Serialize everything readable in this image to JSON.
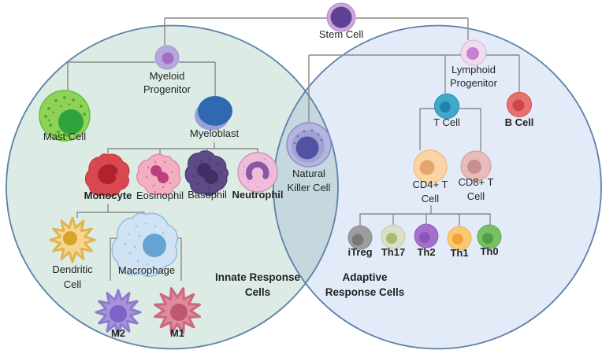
{
  "regions": {
    "innate": {
      "label_lines": [
        "Innate Response",
        "Cells"
      ],
      "fill": "#dcebe4",
      "outline": "#5d81a8"
    },
    "adaptive": {
      "label_lines": [
        "Adaptive",
        "Response Cells"
      ],
      "fill": "#e4ebf8",
      "outline": "#5d81a8"
    }
  },
  "connector_color": "#8a8a8a",
  "text_color": "#242424",
  "cells": {
    "stem": {
      "label": "Stem Cell",
      "ring": "#cfa6dc",
      "body": "#5e4195"
    },
    "myeloid_progenitor": {
      "label_lines": [
        "Myeloid",
        "Progenitor"
      ],
      "body": "#b6a7df",
      "nucleus": "#a16fc0"
    },
    "mast": {
      "label": "Mast Cell",
      "body": "#90d257",
      "nucleus": "#2da23d",
      "speckle": "#46b32a"
    },
    "myeloblast": {
      "label": "Myeloblast",
      "body": "#2e69b2",
      "shadow": "#9aa0d8"
    },
    "monocyte": {
      "label": "Monocyte",
      "body": "#d9484f",
      "nucleus": "#b0222e"
    },
    "eosinophil": {
      "label": "Eosinophil",
      "body": "#f3aec2",
      "nucleus": "#bb3f78",
      "speckle": "#d06e92"
    },
    "basophil": {
      "label": "Basophil",
      "body": "#5d4b87",
      "nucleus": "#432f66",
      "speckle": "#4b3a73"
    },
    "neutrophil": {
      "label": "Neutrophil",
      "body": "#efbcd9",
      "nucleus": "#8a56a8",
      "speckle": "#d992bb"
    },
    "natural_killer": {
      "label_lines": [
        "Natural",
        "Killer Cell"
      ],
      "body": "#b5b5de",
      "inner": "#a2a2d2",
      "nucleus": "#5252a5",
      "speckle": "#7373c2"
    },
    "dendritic": {
      "label_lines": [
        "Dendritic",
        "Cell"
      ],
      "body": "#f6d78d",
      "nucleus": "#d8a32c"
    },
    "macrophage": {
      "label": "Macrophage",
      "body": "#cfe3f4",
      "nucleus": "#66a3d5",
      "speckle": "#9fc0de"
    },
    "m2": {
      "label": "M2",
      "body": "#a693dc",
      "nucleus": "#7c63c6"
    },
    "m1": {
      "label": "M1",
      "body": "#e18a9e",
      "nucleus": "#c05672"
    },
    "lymphoid_progenitor": {
      "label_lines": [
        "Lymphoid",
        "Progenitor"
      ],
      "body": "#f0dbee",
      "nucleus": "#c87fd2"
    },
    "t_cell": {
      "label": "T Cell",
      "body": "#41a7cb",
      "nucleus": "#1e84ad"
    },
    "b_cell": {
      "label": "B Cell",
      "body": "#e57171",
      "nucleus": "#cf4646"
    },
    "cd4_t": {
      "label_lines": [
        "CD4+ T",
        "Cell"
      ],
      "body": "#fbd4a5",
      "nucleus": "#e2a76b"
    },
    "cd8_t": {
      "label_lines": [
        "CD8+ T",
        "Cell"
      ],
      "body": "#e7bcba",
      "nucleus": "#cb8e8e"
    },
    "itreg": {
      "label": "iTreg",
      "body": "#9d9d9d",
      "nucleus": "#787878"
    },
    "th17": {
      "label": "Th17",
      "body": "#d9e0c5",
      "nucleus": "#abb970"
    },
    "th2": {
      "label": "Th2",
      "body": "#a471ca",
      "nucleus": "#8c55b8"
    },
    "th1": {
      "label": "Th1",
      "body": "#fbc96f",
      "nucleus": "#f0a23b"
    },
    "th0": {
      "label": "Th0",
      "body": "#76c065",
      "nucleus": "#4f9f46"
    }
  }
}
